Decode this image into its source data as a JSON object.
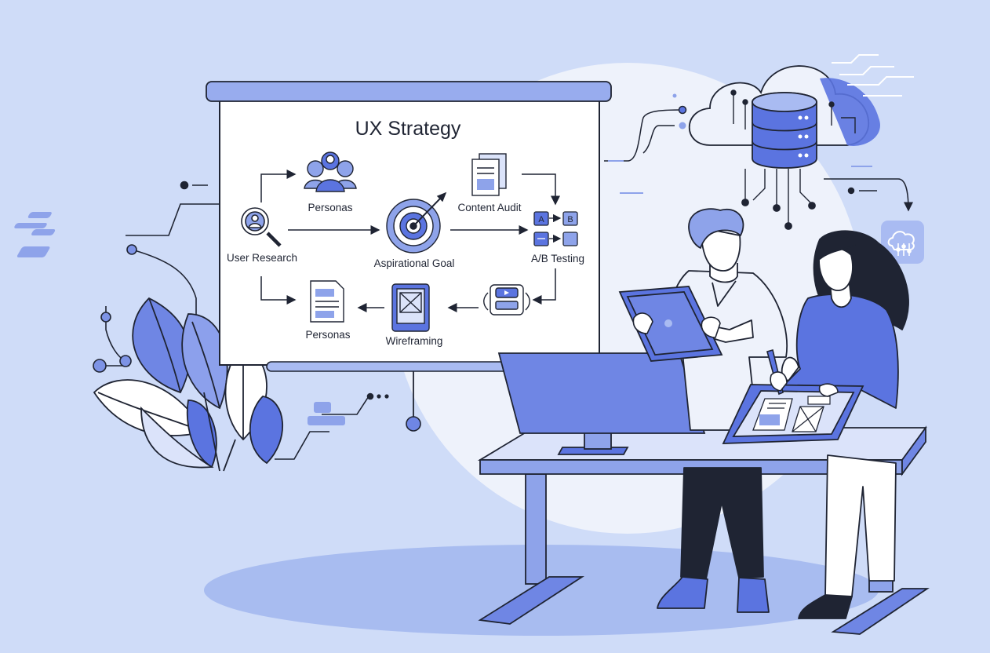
{
  "board": {
    "title": "UX Strategy",
    "nodes": {
      "personas_top": "Personas",
      "content_audit": "Content Audit",
      "user_research": "User Research",
      "aspirational_goal": "Aspirational Goal",
      "ab_testing": "A/B Testing",
      "personas_bottom": "Personas",
      "wireframing": "Wireframing"
    },
    "ab_letters": {
      "a": "A",
      "b": "B"
    }
  },
  "colors": {
    "background": "#cfdcf8",
    "backdrop_circle": "#eef2fb",
    "floor": "#a8bcf0",
    "accent": "#5b74e0",
    "accent_light": "#a9bbf2",
    "line": "#1f2433",
    "board_fill": "#ffffff"
  },
  "icons": [
    "personas-icon",
    "document-icon",
    "search-person-icon",
    "target-icon",
    "ab-test-icon",
    "wireframe-tablet-icon",
    "video-icon",
    "cloud-database-icon",
    "cloud-settings-icon",
    "plant-icon",
    "monitor-icon",
    "tablet-icon",
    "stylus-icon"
  ]
}
